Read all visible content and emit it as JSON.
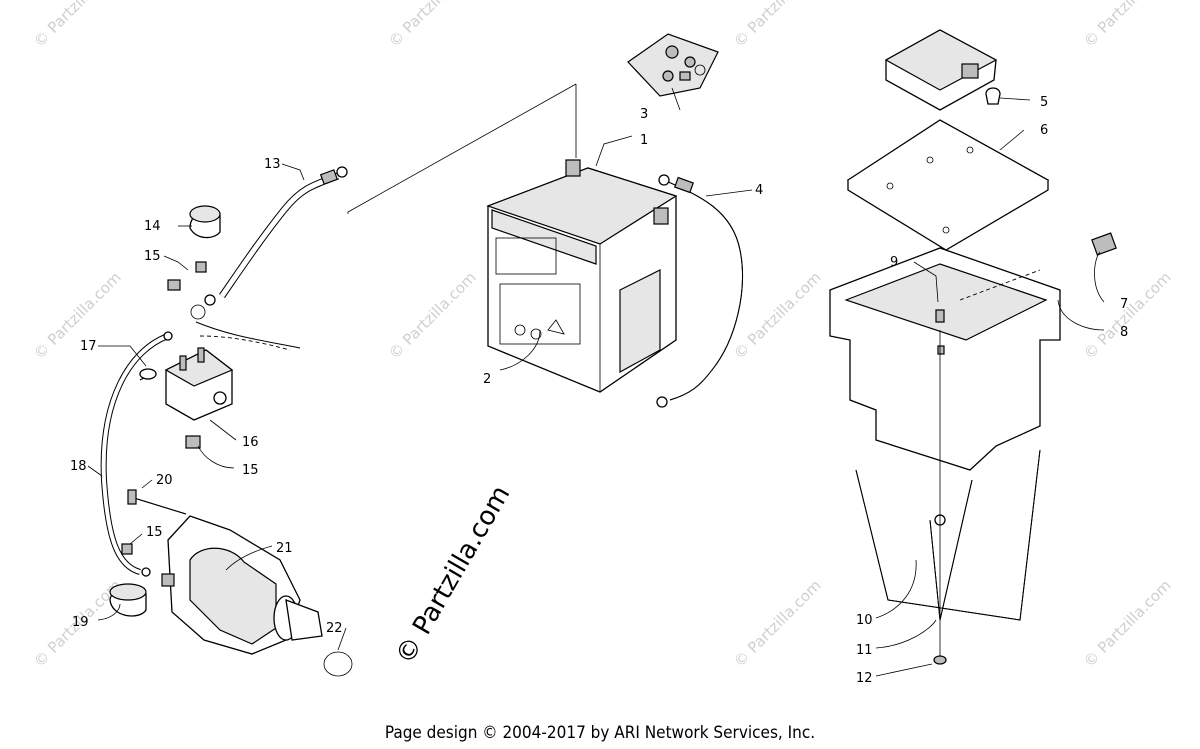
{
  "watermarks": {
    "small": "© Partzilla.com",
    "big": "© Partzilla.com"
  },
  "footer": {
    "text": "Page design © 2004-2017 by ARI Network Services, Inc."
  },
  "callouts": {
    "c1": "1",
    "c2": "2",
    "c3": "3",
    "c4": "4",
    "c5": "5",
    "c6": "6",
    "c7": "7",
    "c8": "8",
    "c9": "9",
    "c10": "10",
    "c11": "11",
    "c12": "12",
    "c13": "13",
    "c14": "14",
    "c15a": "15",
    "c15b": "15",
    "c15c": "15",
    "c16": "16",
    "c17": "17",
    "c18": "18",
    "c19": "19",
    "c20": "20",
    "c21": "21",
    "c22": "22"
  }
}
